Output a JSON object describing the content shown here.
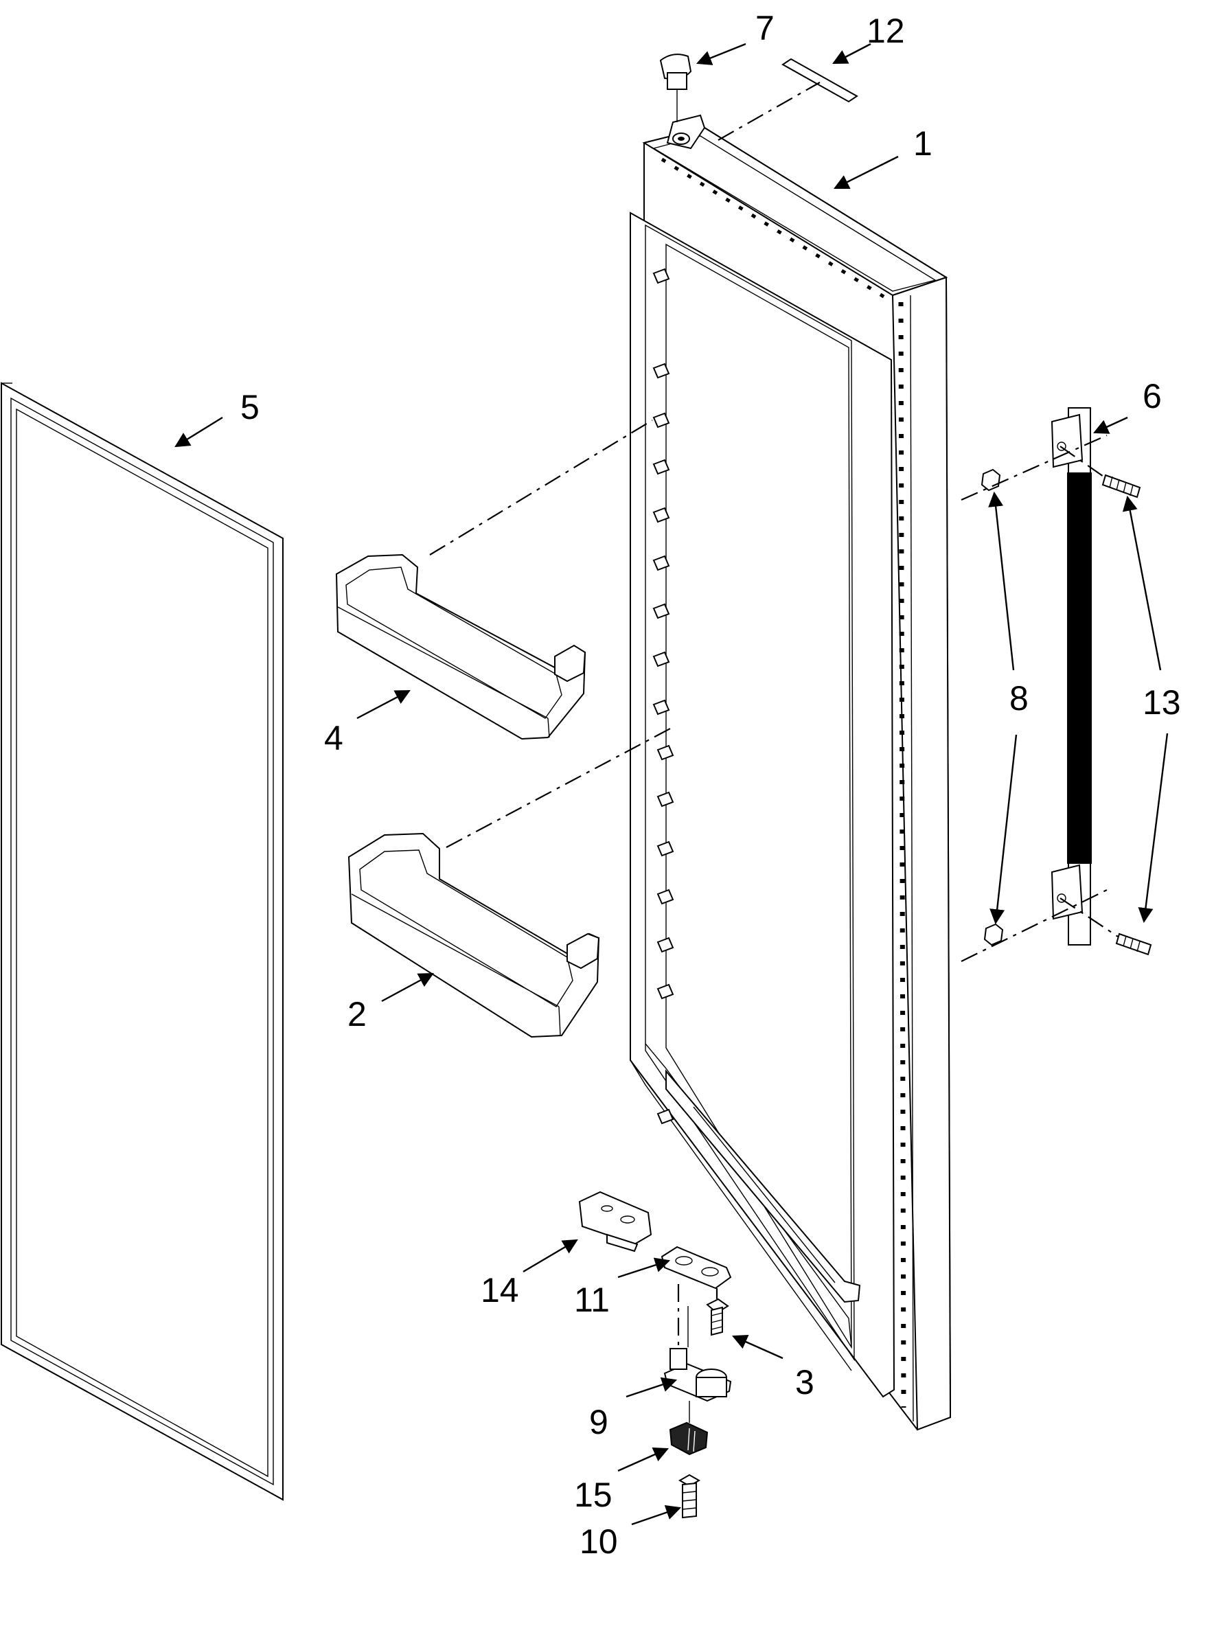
{
  "colors": {
    "ink": "#000000",
    "paper": "#ffffff",
    "shade": "#e8e8e8"
  },
  "callouts": [
    {
      "id": "1",
      "label": "1"
    },
    {
      "id": "2",
      "label": "2"
    },
    {
      "id": "3",
      "label": "3"
    },
    {
      "id": "4",
      "label": "4"
    },
    {
      "id": "5",
      "label": "5"
    },
    {
      "id": "6",
      "label": "6"
    },
    {
      "id": "7",
      "label": "7"
    },
    {
      "id": "8",
      "label": "8"
    },
    {
      "id": "9",
      "label": "9"
    },
    {
      "id": "10",
      "label": "10"
    },
    {
      "id": "11",
      "label": "11"
    },
    {
      "id": "12",
      "label": "12"
    },
    {
      "id": "13",
      "label": "13"
    },
    {
      "id": "14",
      "label": "14"
    },
    {
      "id": "15",
      "label": "15"
    }
  ]
}
